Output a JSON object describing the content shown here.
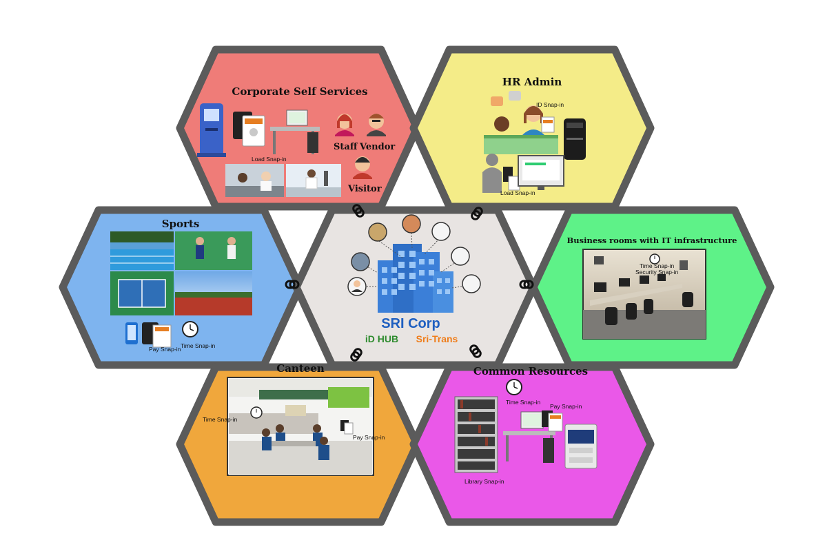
{
  "cells": {
    "corporate": {
      "title": "Corporate Self Services",
      "fill": "#ef7c78",
      "labels": {
        "load": "Load Snap-in",
        "staff": "Staff",
        "vendor": "Vendor",
        "visitor": "Visitor"
      }
    },
    "hr": {
      "title": "HR Admin",
      "fill": "#f4ec88",
      "labels": {
        "id": "ID Snap-in",
        "load": "Load Snap-in"
      }
    },
    "sports": {
      "title": "Sports",
      "fill": "#7eb4ef",
      "labels": {
        "pay": "Pay Snap-in",
        "time": "Time Snap-in"
      }
    },
    "business": {
      "title": "Business rooms with IT infrastructure",
      "fill": "#5ef288",
      "labels": {
        "time": "Time Snap-in",
        "security": "Security Snap-in"
      }
    },
    "canteen": {
      "title": "Canteen",
      "fill": "#f0a73c",
      "labels": {
        "time": "Time Snap-in",
        "pay": "Pay Snap-in"
      }
    },
    "common": {
      "title": "Common Resources",
      "fill": "#ea58e8",
      "labels": {
        "time": "Time Snap-in",
        "pay": "Pay Snap-in",
        "library": "Library Snap-in"
      }
    },
    "center": {
      "fill": "#e8e4e2",
      "brand": "SRI Corp",
      "idhub": "iD HUB",
      "sritrans": "Sri-Trans"
    }
  },
  "colors": {
    "border": "#5b5b5b",
    "building": "#3b7fd8",
    "brand_blue": "#1e5fc0",
    "brand_green": "#2e8b2e",
    "brand_orange": "#ef7d1a"
  },
  "icons": [
    "kiosk-icon",
    "id-card-icon",
    "computer-icon",
    "staff-avatar-icon",
    "vendor-avatar-icon",
    "visitor-avatar-icon",
    "reception-desk-icon",
    "card-printer-icon",
    "clock-icon",
    "phone-icon",
    "bookshelf-icon",
    "printer-icon",
    "building-icon",
    "chain-link-icon"
  ]
}
